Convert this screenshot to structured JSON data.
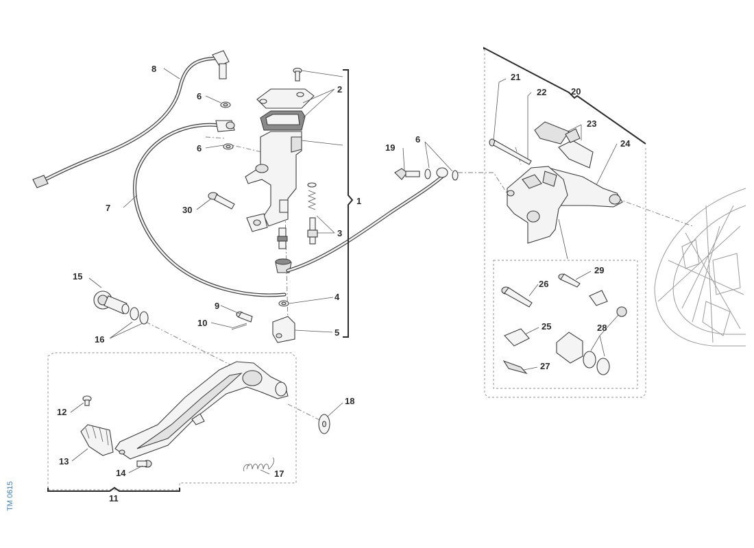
{
  "callouts": {
    "c1": "1",
    "c2": "2",
    "c3": "3",
    "c4": "4",
    "c5": "5",
    "c6a": "6",
    "c6b": "6",
    "c6c": "6",
    "c7": "7",
    "c8": "8",
    "c9": "9",
    "c10": "10",
    "c11": "11",
    "c12": "12",
    "c13": "13",
    "c14": "14",
    "c15": "15",
    "c16": "16",
    "c17": "17",
    "c18": "18",
    "c19": "19",
    "c20": "20",
    "c21": "21",
    "c22": "22",
    "c23": "23",
    "c24": "24",
    "c25": "25",
    "c26": "26",
    "c27": "27",
    "c28": "28",
    "c29": "29",
    "c30": "30"
  },
  "doc_ref": "TM 0615",
  "colors": {
    "line": "#3a3a3a",
    "label": "#2a2a2a",
    "doc_ref": "#3d7fc1"
  }
}
